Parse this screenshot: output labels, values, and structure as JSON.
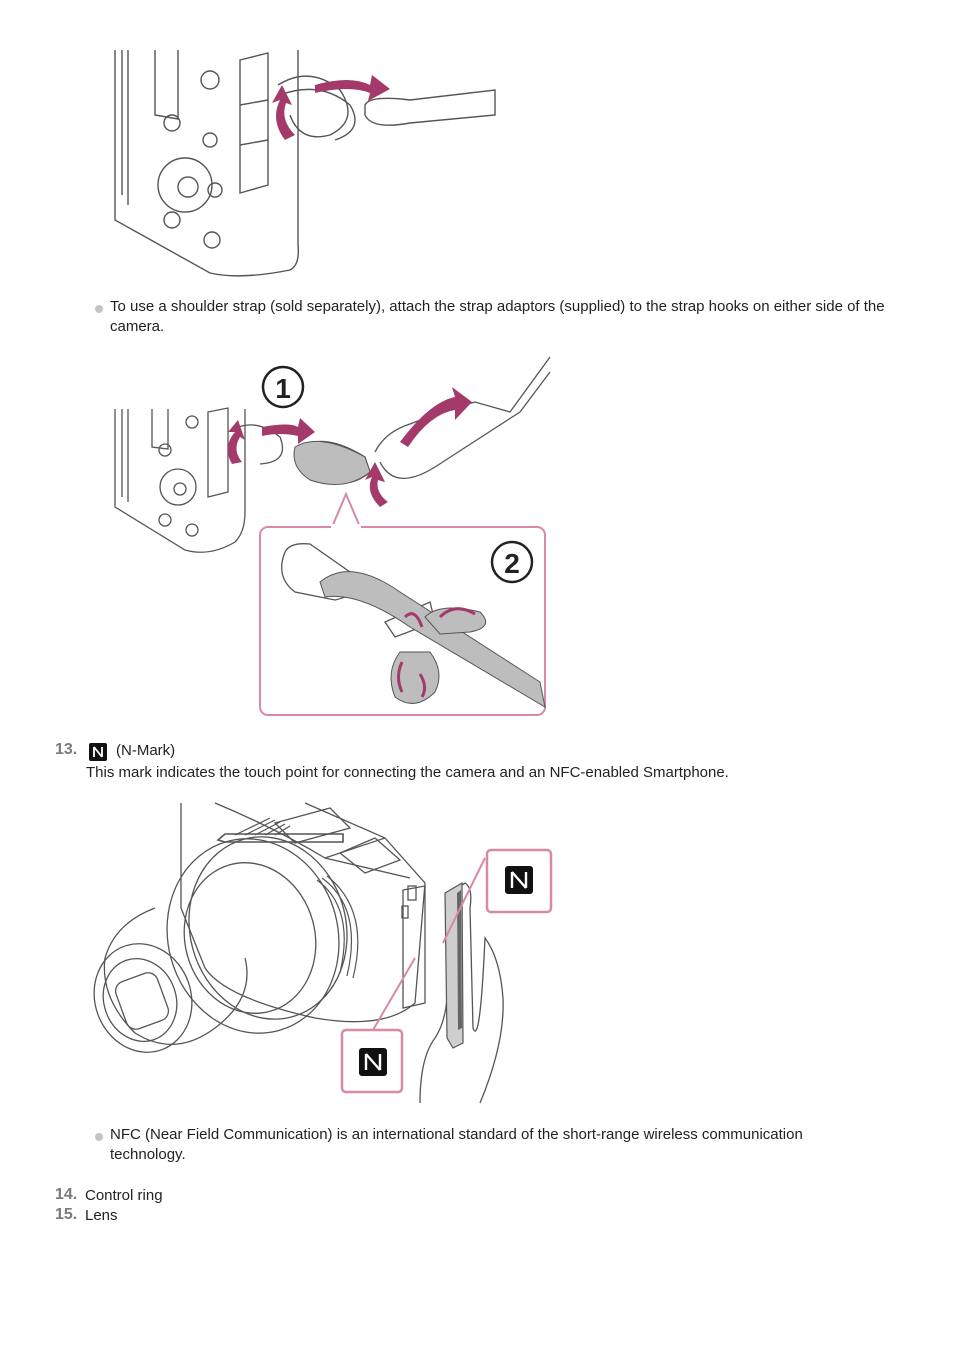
{
  "bullets": {
    "shoulder_strap": "To use a shoulder strap (sold separately), attach the strap adaptors (supplied) to the strap hooks on either side of the camera.",
    "nfc": "NFC (Near Field Communication) is an international standard of the short-range wireless communication technology."
  },
  "items": [
    {
      "number": "13.",
      "label": "(N-Mark)",
      "description": "This mark indicates the touch point for connecting the camera and an NFC-enabled Smartphone."
    },
    {
      "number": "14.",
      "label": "Control ring"
    },
    {
      "number": "15.",
      "label": "Lens"
    }
  ],
  "figure2": {
    "step1": "1",
    "step2": "2"
  },
  "colors": {
    "arrow": "#a33a6a",
    "callout_border": "#d889a8",
    "line": "#555555",
    "bullet": "#c4c4c4"
  },
  "icons": [
    "wrist-strap-illustration",
    "strap-adaptor-illustration",
    "nfc-touch-illustration",
    "n-mark-icon"
  ]
}
